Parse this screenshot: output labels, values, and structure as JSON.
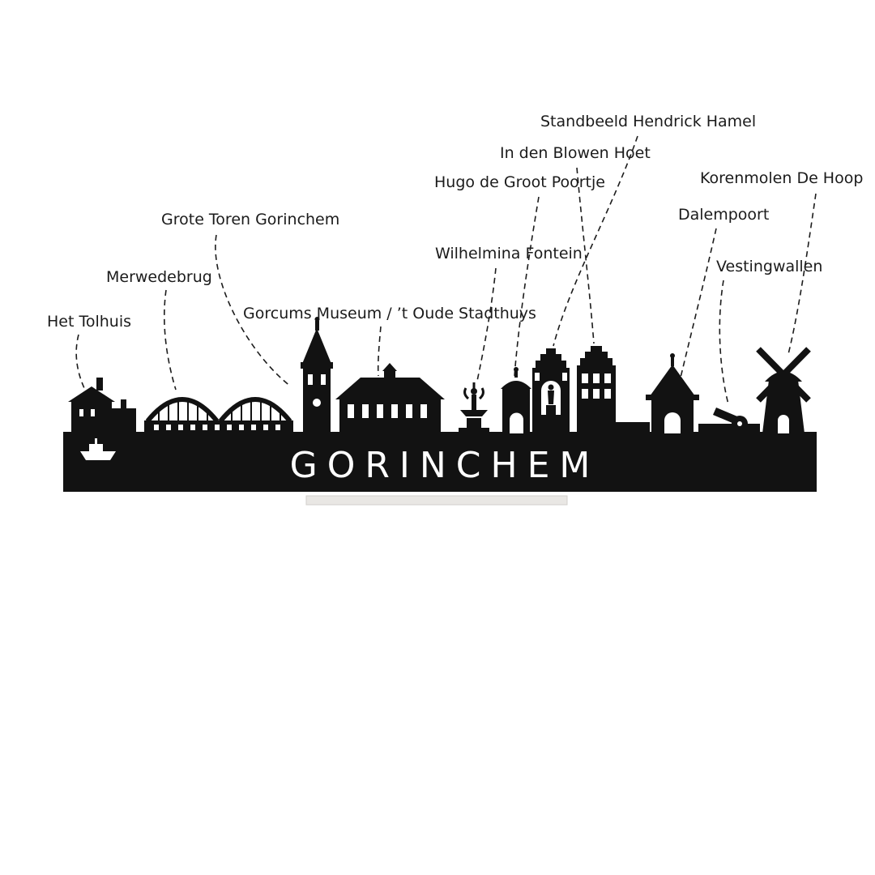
{
  "skyline": {
    "city_name": "GORINCHEM",
    "silhouette_color": "#121212",
    "background_color": "#ffffff",
    "stand_color": "#e9e7e4"
  },
  "labels": [
    {
      "id": "het-tolhuis",
      "text": "Het Tolhuis"
    },
    {
      "id": "merwedebrug",
      "text": "Merwedebrug"
    },
    {
      "id": "grote-toren",
      "text": "Grote Toren Gorinchem"
    },
    {
      "id": "gorcums-museum",
      "text": "Gorcums Museum / ’t Oude Stadthuys"
    },
    {
      "id": "wilhelmina-fontein",
      "text": "Wilhelmina Fontein"
    },
    {
      "id": "hugo-de-groot-poortje",
      "text": "Hugo de Groot Poortje"
    },
    {
      "id": "in-den-blowen-hoet",
      "text": "In den Blowen Hoet"
    },
    {
      "id": "standbeeld-hendrick-hamel",
      "text": "Standbeeld Hendrick Hamel"
    },
    {
      "id": "korenmolen-de-hoop",
      "text": "Korenmolen De Hoop"
    },
    {
      "id": "dalempoort",
      "text": "Dalempoort"
    },
    {
      "id": "vestingwallen",
      "text": "Vestingwallen"
    }
  ]
}
